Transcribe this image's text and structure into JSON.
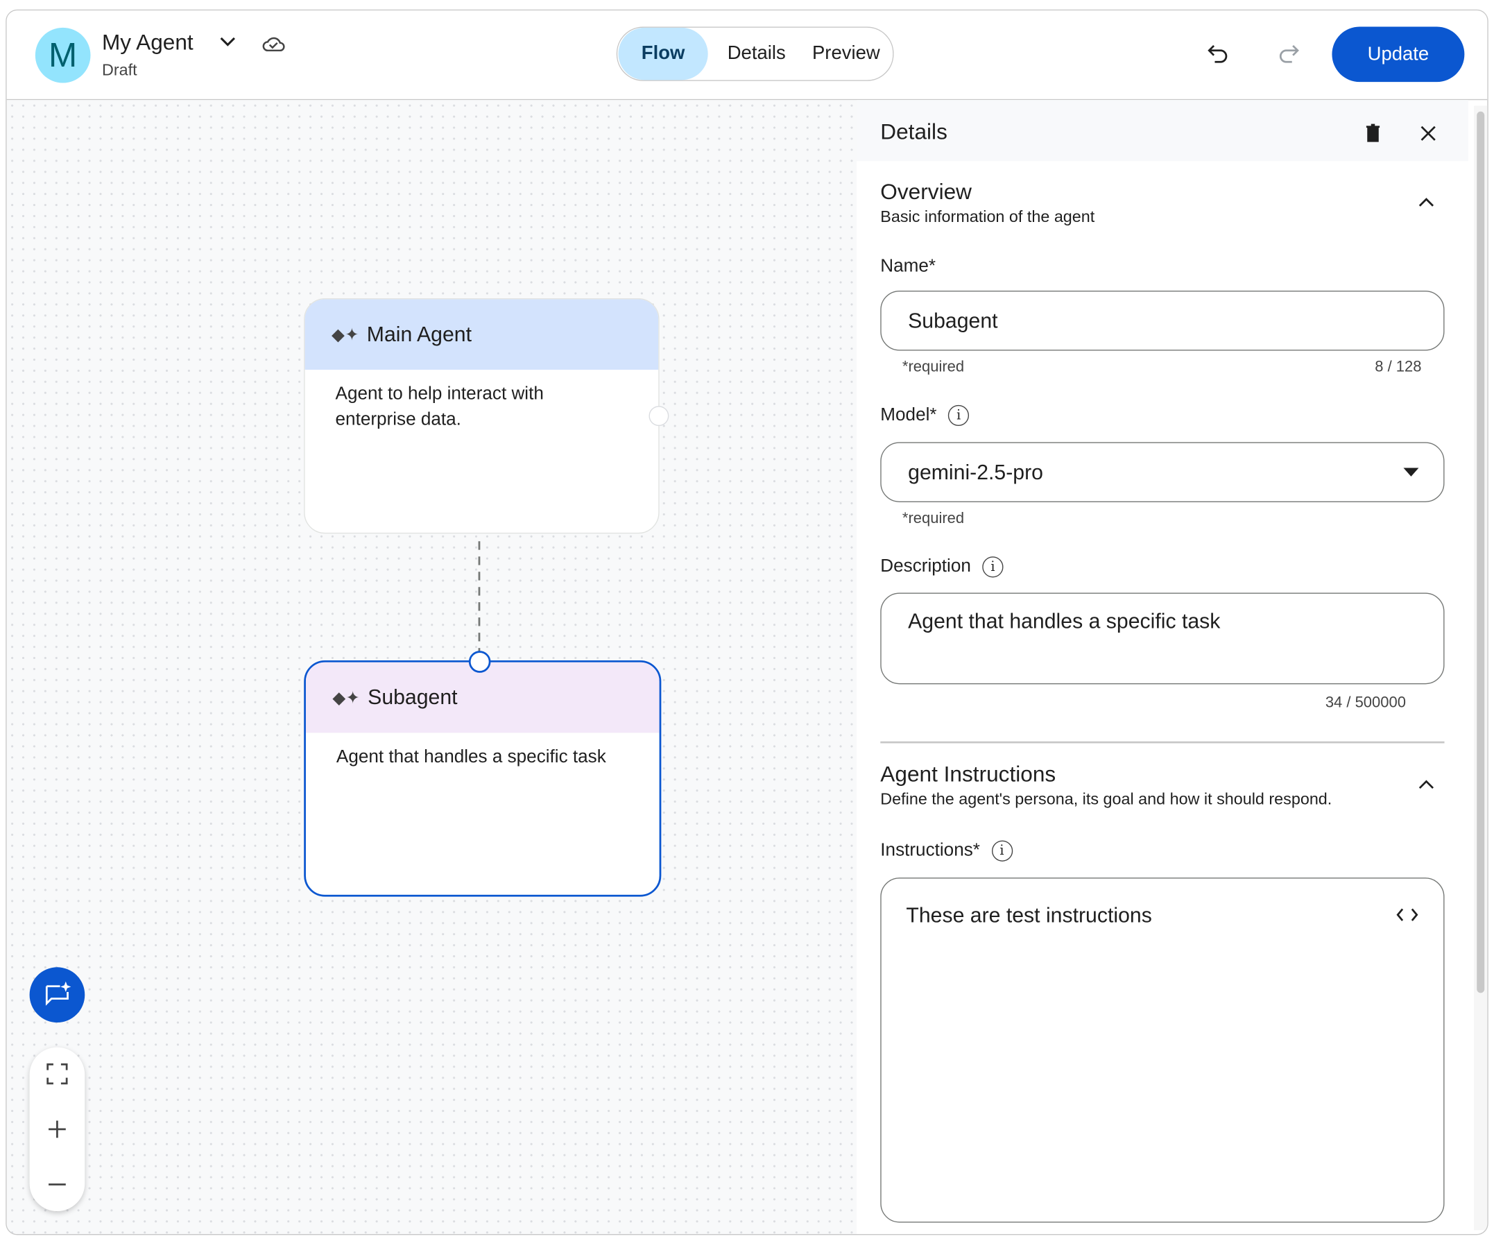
{
  "header": {
    "avatar_letter": "M",
    "title": "My Agent",
    "status": "Draft",
    "tabs": [
      {
        "label": "Flow",
        "active": true
      },
      {
        "label": "Details",
        "active": false
      },
      {
        "label": "Preview",
        "active": false
      }
    ],
    "update_label": "Update",
    "accent": "#0b57d0"
  },
  "canvas": {
    "nodes": [
      {
        "title": "Main Agent",
        "description": "Agent to help interact with enterprise data.",
        "header_color": "#d3e3fd"
      },
      {
        "title": "Subagent",
        "description": "Agent that handles a specific task",
        "header_color": "#f3e8f9",
        "selected": true
      }
    ]
  },
  "panel": {
    "title": "Details",
    "overview": {
      "title": "Overview",
      "subtitle": "Basic information of the agent",
      "name_label": "Name*",
      "name_value": "Subagent",
      "name_hint": "*required",
      "name_count": "8 / 128",
      "model_label": "Model*",
      "model_value": "gemini-2.5-pro",
      "model_hint": "*required",
      "description_label": "Description",
      "description_value": "Agent that handles a specific task",
      "description_count": "34 / 500000"
    },
    "instructions": {
      "title": "Agent Instructions",
      "subtitle": "Define the agent's persona, its goal and how it should respond.",
      "label": "Instructions*",
      "value": "These are test instructions"
    }
  }
}
